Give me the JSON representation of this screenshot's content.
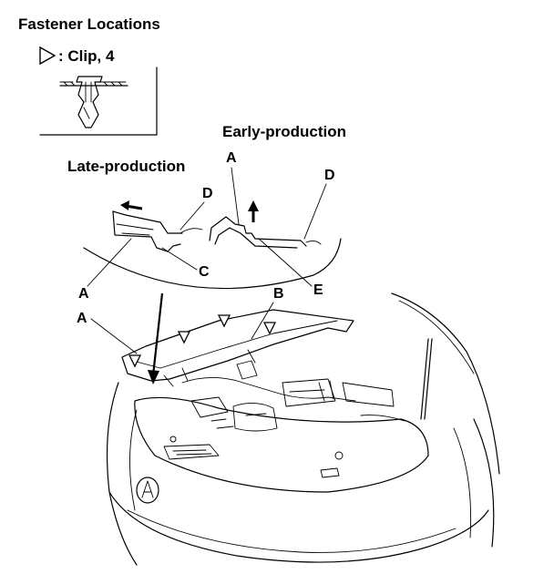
{
  "title": "Fastener Locations",
  "clip_legend": ": Clip, 4",
  "early_label": "Early-production",
  "late_label": "Late-production",
  "callouts": {
    "late_d": "D",
    "late_c": "C",
    "late_a": "A",
    "early_a": "A",
    "early_d": "D",
    "early_e": "E",
    "main_a": "A",
    "main_b": "B"
  },
  "icons": {
    "clip_symbol": "open-triangle-icon",
    "arrow_left": "arrow-left-icon",
    "arrow_up": "arrow-up-icon"
  }
}
